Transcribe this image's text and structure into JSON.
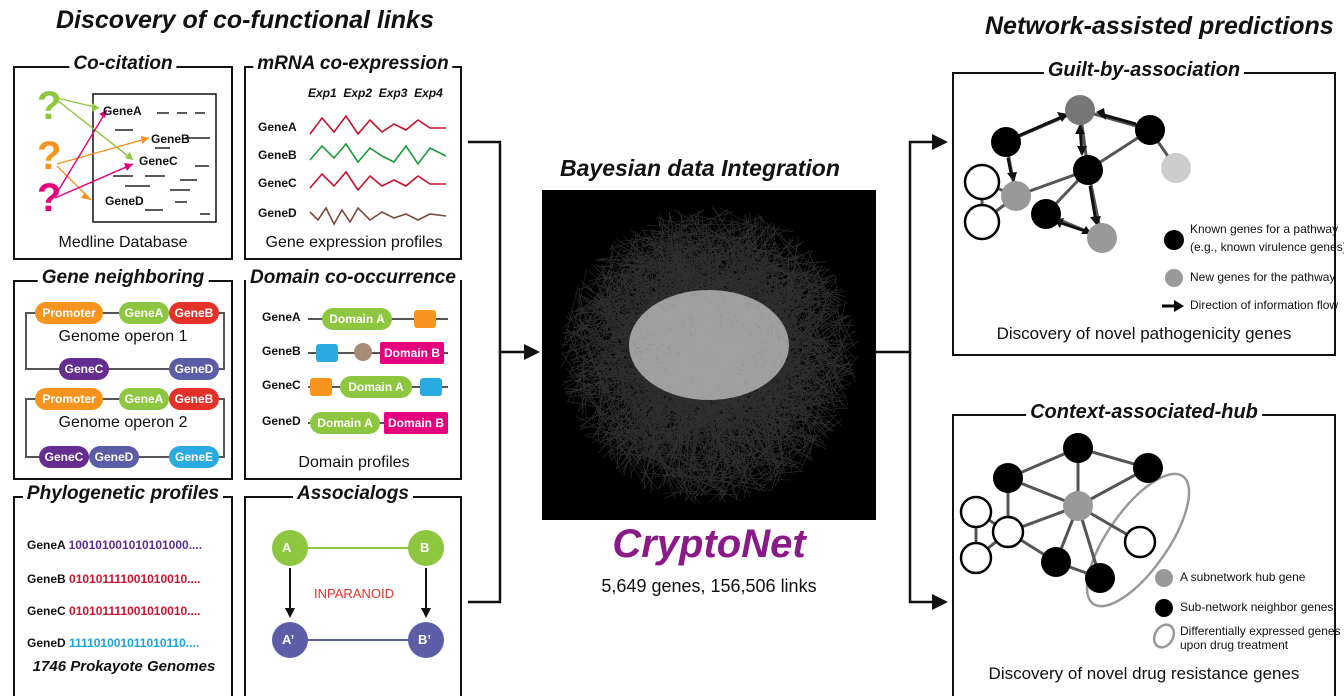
{
  "headers": {
    "left": "Discovery of co-functional links",
    "right": "Network-assisted predictions",
    "center": "Bayesian data Integration"
  },
  "cocitation": {
    "title": "Co-citation",
    "genes": [
      "GeneA",
      "GeneB",
      "GeneC",
      "GeneD"
    ],
    "q": "?",
    "caption": "Medline Database"
  },
  "mrna": {
    "title": "mRNA co-expression",
    "exps": [
      "Exp1",
      "Exp2",
      "Exp3",
      "Exp4"
    ],
    "genes": [
      "GeneA",
      "GeneB",
      "GeneC",
      "GeneD"
    ],
    "caption": "Gene expression profiles",
    "colors": [
      "#c8102e",
      "#1a9a3a",
      "#c8102e",
      "#7a4a3a"
    ]
  },
  "neighbor": {
    "title": "Gene neighboring",
    "promoter": "Promoter",
    "geneA": "GeneA",
    "geneB": "GeneB",
    "geneC": "GeneC",
    "geneD": "GeneD",
    "geneE": "GeneE",
    "operon1": "Genome operon 1",
    "operon2": "Genome operon 2"
  },
  "domain": {
    "title": "Domain co-occurrence",
    "genes": [
      "GeneA",
      "GeneB",
      "GeneC",
      "GeneD"
    ],
    "domA": "Domain A",
    "domB": "Domain B",
    "caption": "Domain  profiles"
  },
  "phylo": {
    "title": "Phylogenetic profiles",
    "rows": [
      {
        "gene": "GeneA",
        "bits": "100101001010101000....",
        "color": "#5a2d91"
      },
      {
        "gene": "GeneB",
        "bits": "010101111001010010....",
        "color": "#d0112b"
      },
      {
        "gene": "GeneC",
        "bits": "010101111001010010....",
        "color": "#d0112b"
      },
      {
        "gene": "GeneD",
        "bits": "111101001011010110....",
        "color": "#1ba1e2"
      }
    ],
    "caption": "1746 Prokayote Genomes"
  },
  "associalogs": {
    "title": "Associalogs",
    "a": "A",
    "b": "B",
    "a2": "A’",
    "b2": "B’",
    "inparanoid": "INPARANOID"
  },
  "cryptonet": {
    "name": "CryptoNet",
    "stats": "5,649 genes, 156,506 links",
    "name_color": "#8b1a89"
  },
  "guilt": {
    "title": "Guilt-by-association",
    "legend": [
      "Known genes for a pathway",
      "(e.g., known virulence genes)",
      "New  genes for the pathway",
      "Direction of information flow"
    ],
    "caption": "Discovery of novel pathogenicity genes"
  },
  "hub": {
    "title": "Context-associated-hub",
    "legend": [
      "A subnetwork hub gene",
      "Sub-network neighbor genes",
      "Differentially expressed genes",
      "upon drug treatment"
    ],
    "caption": "Discovery of novel drug resistance genes"
  }
}
